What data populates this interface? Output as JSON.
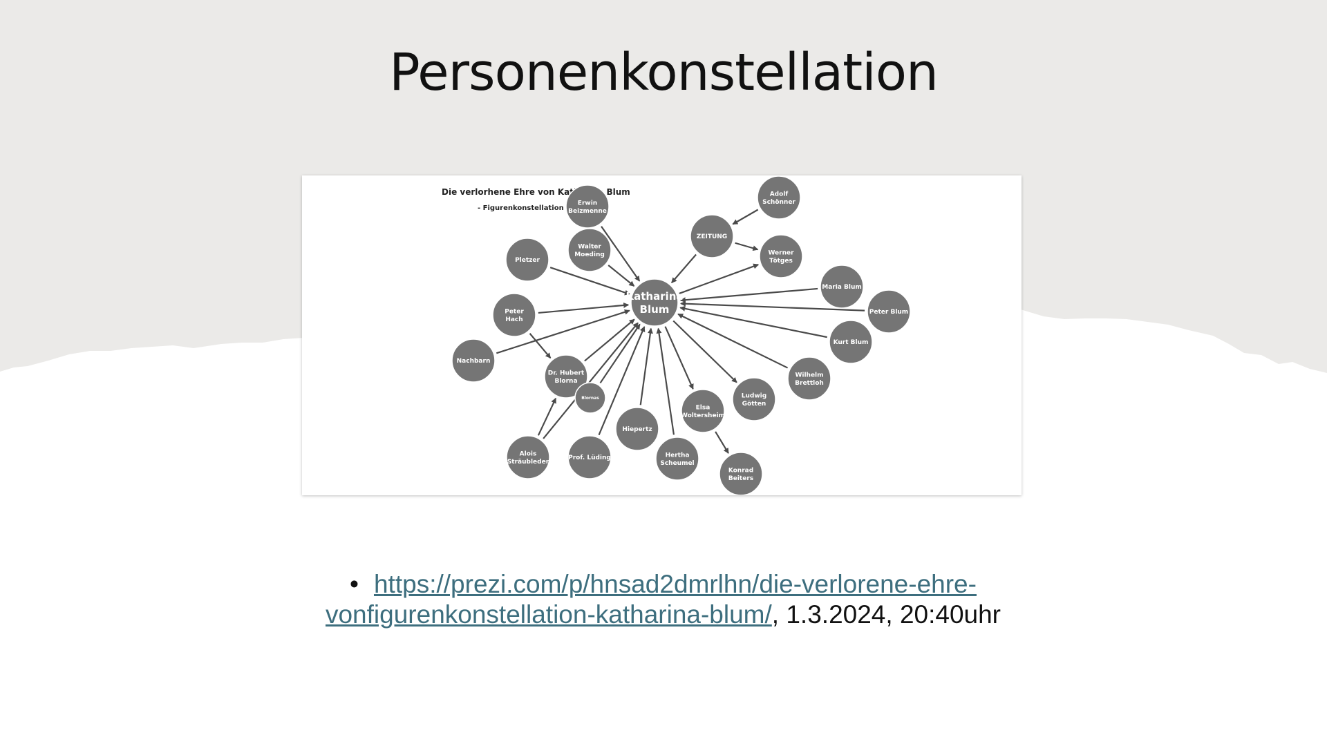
{
  "slide": {
    "title": "Personenkonstellation"
  },
  "diagram": {
    "title": "Die verlorhene Ehre von Katharina Blum",
    "subtitle": "- Figurenkonstellation -",
    "node_color": "#757575",
    "edge_color": "#4a4a4a",
    "nodes": [
      {
        "id": "center",
        "lines": [
          "Katharina",
          "Blum"
        ]
      },
      {
        "id": "erwin",
        "lines": [
          "Erwin",
          "Beizmenne"
        ]
      },
      {
        "id": "adolf",
        "lines": [
          "Adolf",
          "Schönner"
        ]
      },
      {
        "id": "zeitung",
        "lines": [
          "ZEITUNG"
        ]
      },
      {
        "id": "werner",
        "lines": [
          "Werner",
          "Tötges"
        ]
      },
      {
        "id": "walter",
        "lines": [
          "Walter",
          "Moeding"
        ]
      },
      {
        "id": "pletzer",
        "lines": [
          "Pletzer"
        ]
      },
      {
        "id": "peterhach",
        "lines": [
          "Peter",
          "Hach"
        ]
      },
      {
        "id": "nachbarn",
        "lines": [
          "Nachbarn"
        ]
      },
      {
        "id": "hubert",
        "lines": [
          "Dr. Hubert",
          "Blorna"
        ]
      },
      {
        "id": "blornas",
        "lines": [
          "Blornas"
        ]
      },
      {
        "id": "alois",
        "lines": [
          "Alois",
          "Sträubleder"
        ]
      },
      {
        "id": "luding",
        "lines": [
          "Prof. Lüding"
        ]
      },
      {
        "id": "hiepertz",
        "lines": [
          "Hiepertz"
        ]
      },
      {
        "id": "hertha",
        "lines": [
          "Hertha",
          "Scheumel"
        ]
      },
      {
        "id": "elsa",
        "lines": [
          "Elsa",
          "Woltersheim"
        ]
      },
      {
        "id": "konrad",
        "lines": [
          "Konrad",
          "Beiters"
        ]
      },
      {
        "id": "ludwig",
        "lines": [
          "Ludwig",
          "Götten"
        ]
      },
      {
        "id": "wilhelm",
        "lines": [
          "Wilhelm",
          "Brettloh"
        ]
      },
      {
        "id": "kurt",
        "lines": [
          "Kurt Blum"
        ]
      },
      {
        "id": "peterblum",
        "lines": [
          "Peter Blum"
        ]
      },
      {
        "id": "maria",
        "lines": [
          "Maria Blum"
        ]
      }
    ],
    "edges": [
      {
        "from": "erwin",
        "to": "center"
      },
      {
        "from": "erwin",
        "to": "walter"
      },
      {
        "from": "adolf",
        "to": "zeitung"
      },
      {
        "from": "zeitung",
        "to": "center"
      },
      {
        "from": "zeitung",
        "to": "werner"
      },
      {
        "from": "center",
        "to": "werner"
      },
      {
        "from": "walter",
        "to": "center"
      },
      {
        "from": "pletzer",
        "to": "center"
      },
      {
        "from": "peterhach",
        "to": "center"
      },
      {
        "from": "peterhach",
        "to": "hubert"
      },
      {
        "from": "nachbarn",
        "to": "center"
      },
      {
        "from": "hubert",
        "to": "center"
      },
      {
        "from": "blornas",
        "to": "center"
      },
      {
        "from": "alois",
        "to": "hubert"
      },
      {
        "from": "alois",
        "to": "center"
      },
      {
        "from": "luding",
        "to": "center"
      },
      {
        "from": "hiepertz",
        "to": "center"
      },
      {
        "from": "hertha",
        "to": "center"
      },
      {
        "from": "center",
        "to": "elsa"
      },
      {
        "from": "elsa",
        "to": "konrad"
      },
      {
        "from": "center",
        "to": "ludwig"
      },
      {
        "from": "wilhelm",
        "to": "center"
      },
      {
        "from": "kurt",
        "to": "center"
      },
      {
        "from": "peterblum",
        "to": "center"
      },
      {
        "from": "maria",
        "to": "center"
      }
    ]
  },
  "citation": {
    "link_text": "https://prezi.com/p/hnsad2dmrlhn/die-verlorene-ehre-vonfigurenkonstellation-katharina-blum/",
    "suffix": ", 1.3.2024, 20:40uhr"
  },
  "colors": {
    "background_top": "#ebeae8",
    "link": "#3d6e7e"
  }
}
